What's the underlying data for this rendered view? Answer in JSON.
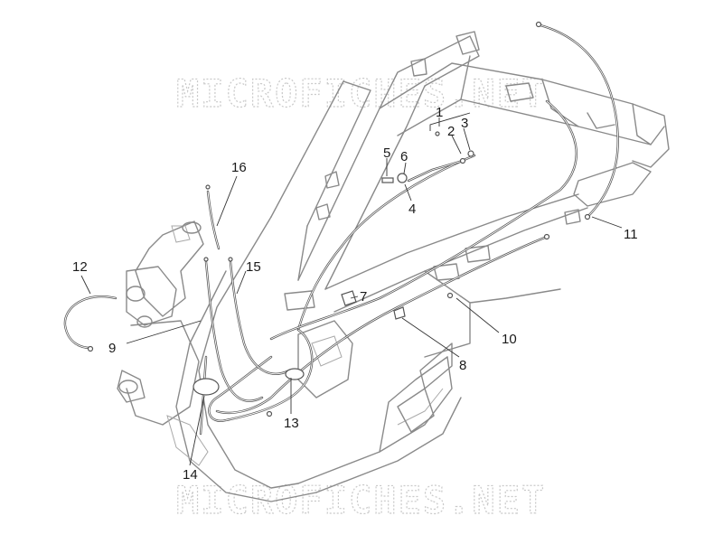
{
  "watermark": {
    "text_top": "MICROFICHES.NET",
    "text_bottom": "MICROFICHES.NET"
  },
  "callouts": {
    "c1": "1",
    "c2": "2",
    "c3": "3",
    "c4": "4",
    "c5": "5",
    "c6": "6",
    "c7": "7",
    "c8": "8",
    "c9": "9",
    "c10": "10",
    "c11": "11",
    "c12": "12",
    "c13": "13",
    "c14": "14",
    "c15": "15",
    "c16": "16"
  },
  "colors": {
    "frame": "#8a8a8a",
    "cable": "#555555",
    "text": "#1a1a1a",
    "watermark": "#c9c9c9"
  }
}
